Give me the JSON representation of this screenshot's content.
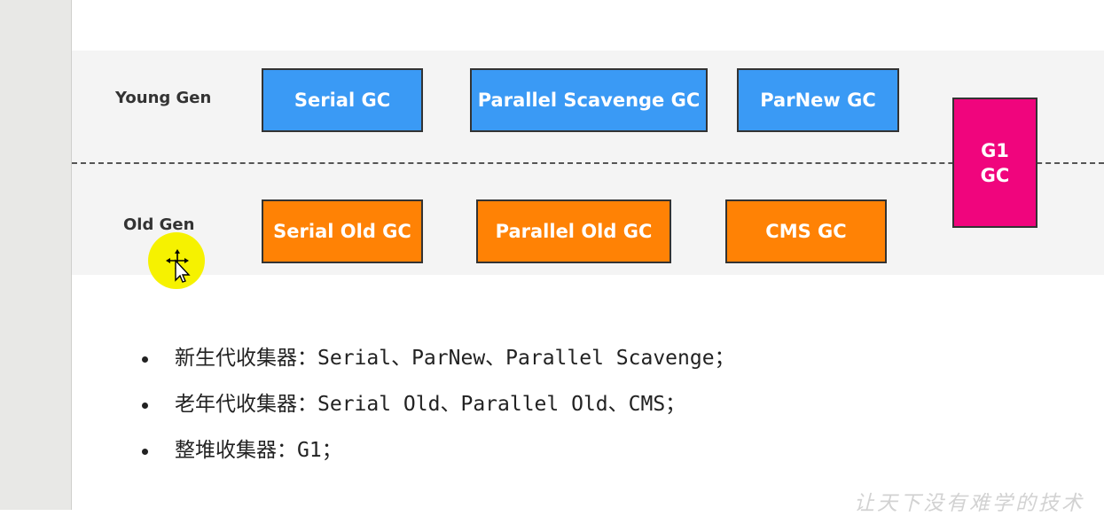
{
  "diagram": {
    "young_gen_label": "Young Gen",
    "old_gen_label": "Old Gen",
    "young_collectors": [
      "Serial GC",
      "Parallel Scavenge GC",
      "ParNew GC"
    ],
    "old_collectors": [
      "Serial Old GC",
      "Parallel Old GC",
      "CMS GC"
    ],
    "g1": {
      "line1": "G1",
      "line2": "GC"
    }
  },
  "bullets": [
    "新生代收集器：Serial、ParNew、Parallel Scavenge；",
    "老年代收集器：Serial Old、Parallel Old、CMS；",
    "整堆收集器：G1；"
  ],
  "watermark": "让天下没有难学的技术",
  "colors": {
    "young_box": "#3a9af5",
    "old_box": "#ff8205",
    "g1_box": "#f0057d",
    "cursor_highlight": "#f6f200"
  },
  "icons": {
    "cursor": "move-cursor-icon"
  }
}
